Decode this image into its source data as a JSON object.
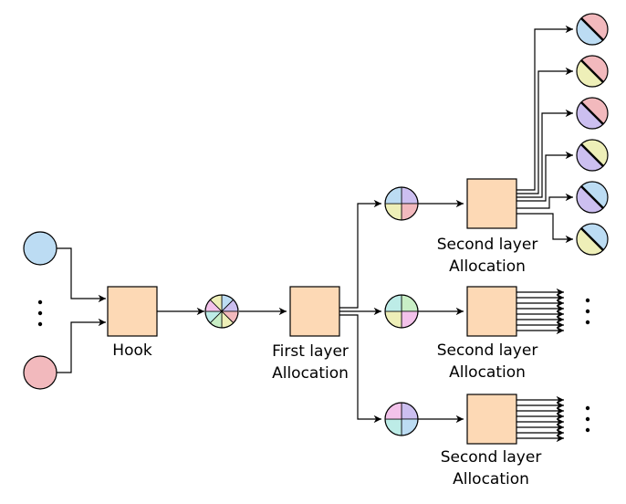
{
  "labels": {
    "hook": "Hook",
    "first_layer_line1": "First layer",
    "first_layer_line2": "Allocation",
    "second_layer_line1": "Second layer",
    "second_layer_line2": "Allocation"
  },
  "colors": {
    "box_fill": "#fdd9b5",
    "blue": "#bcdcf3",
    "pink": "#f2b9bd",
    "yellow": "#eeefb8",
    "purple": "#ccbff0",
    "green": "#c9efc6",
    "cyan": "#bdece7",
    "magenta": "#f3c2ea",
    "stroke": "#000000"
  },
  "icons": {
    "input_node": "circle",
    "mixed_node": "segmented-circle",
    "output_node": "diagonal-split-circle",
    "ellipsis": "vertical-dots"
  }
}
